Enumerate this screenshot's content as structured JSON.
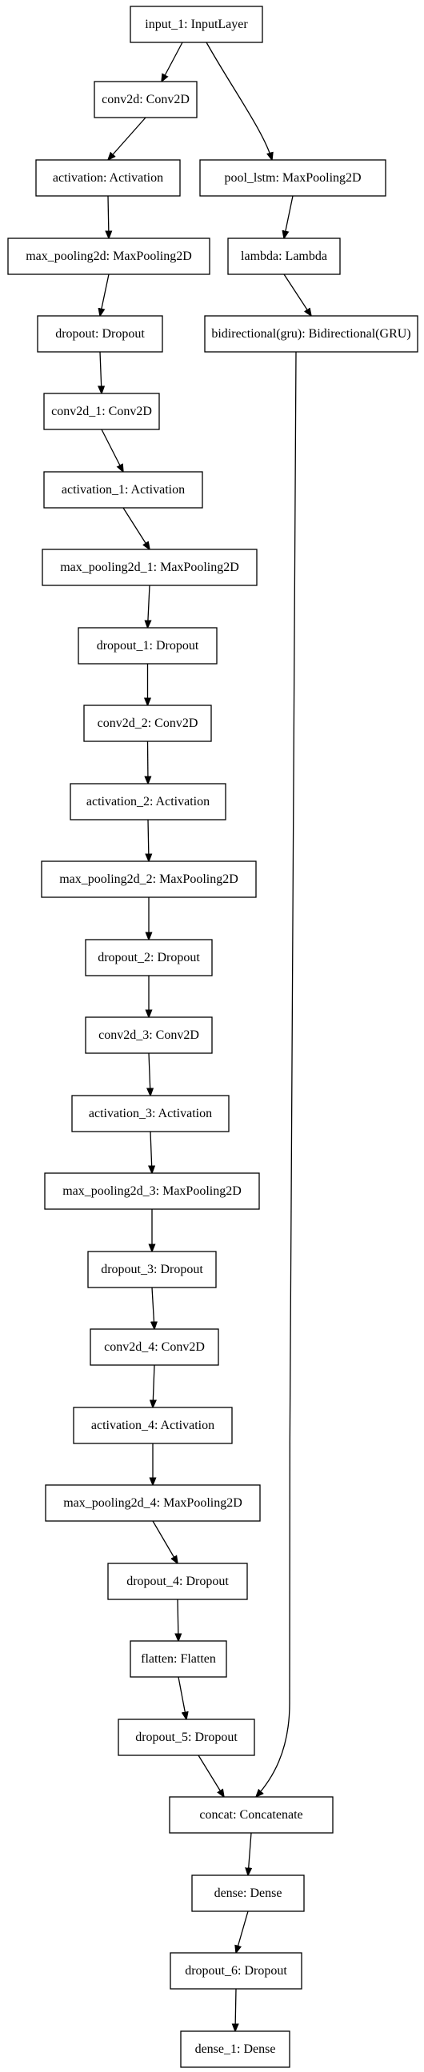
{
  "nodes": [
    {
      "id": "input_1",
      "label": "input_1: InputLayer"
    },
    {
      "id": "conv2d",
      "label": "conv2d: Conv2D"
    },
    {
      "id": "activation",
      "label": "activation: Activation"
    },
    {
      "id": "max_pooling2d",
      "label": "max_pooling2d: MaxPooling2D"
    },
    {
      "id": "dropout",
      "label": "dropout: Dropout"
    },
    {
      "id": "conv2d_1",
      "label": "conv2d_1: Conv2D"
    },
    {
      "id": "activation_1",
      "label": "activation_1: Activation"
    },
    {
      "id": "max_pooling2d_1",
      "label": "max_pooling2d_1: MaxPooling2D"
    },
    {
      "id": "dropout_1",
      "label": "dropout_1: Dropout"
    },
    {
      "id": "conv2d_2",
      "label": "conv2d_2: Conv2D"
    },
    {
      "id": "activation_2",
      "label": "activation_2: Activation"
    },
    {
      "id": "max_pooling2d_2",
      "label": "max_pooling2d_2: MaxPooling2D"
    },
    {
      "id": "dropout_2",
      "label": "dropout_2: Dropout"
    },
    {
      "id": "conv2d_3",
      "label": "conv2d_3: Conv2D"
    },
    {
      "id": "activation_3",
      "label": "activation_3: Activation"
    },
    {
      "id": "max_pooling2d_3",
      "label": "max_pooling2d_3: MaxPooling2D"
    },
    {
      "id": "dropout_3",
      "label": "dropout_3: Dropout"
    },
    {
      "id": "conv2d_4",
      "label": "conv2d_4: Conv2D"
    },
    {
      "id": "activation_4",
      "label": "activation_4: Activation"
    },
    {
      "id": "max_pooling2d_4",
      "label": "max_pooling2d_4: MaxPooling2D"
    },
    {
      "id": "dropout_4",
      "label": "dropout_4: Dropout"
    },
    {
      "id": "flatten",
      "label": "flatten: Flatten"
    },
    {
      "id": "dropout_5",
      "label": "dropout_5: Dropout"
    },
    {
      "id": "pool_lstm",
      "label": "pool_lstm: MaxPooling2D"
    },
    {
      "id": "lambda",
      "label": "lambda: Lambda"
    },
    {
      "id": "bidirectional",
      "label": "bidirectional(gru): Bidirectional(GRU)"
    },
    {
      "id": "concat",
      "label": "concat: Concatenate"
    },
    {
      "id": "dense",
      "label": "dense: Dense"
    },
    {
      "id": "dropout_6",
      "label": "dropout_6: Dropout"
    },
    {
      "id": "dense_1",
      "label": "dense_1: Dense"
    }
  ],
  "edges": [
    [
      "input_1",
      "conv2d"
    ],
    [
      "input_1",
      "pool_lstm"
    ],
    [
      "conv2d",
      "activation"
    ],
    [
      "activation",
      "max_pooling2d"
    ],
    [
      "max_pooling2d",
      "dropout"
    ],
    [
      "dropout",
      "conv2d_1"
    ],
    [
      "conv2d_1",
      "activation_1"
    ],
    [
      "activation_1",
      "max_pooling2d_1"
    ],
    [
      "max_pooling2d_1",
      "dropout_1"
    ],
    [
      "dropout_1",
      "conv2d_2"
    ],
    [
      "conv2d_2",
      "activation_2"
    ],
    [
      "activation_2",
      "max_pooling2d_2"
    ],
    [
      "max_pooling2d_2",
      "dropout_2"
    ],
    [
      "dropout_2",
      "conv2d_3"
    ],
    [
      "conv2d_3",
      "activation_3"
    ],
    [
      "activation_3",
      "max_pooling2d_3"
    ],
    [
      "max_pooling2d_3",
      "dropout_3"
    ],
    [
      "dropout_3",
      "conv2d_4"
    ],
    [
      "conv2d_4",
      "activation_4"
    ],
    [
      "activation_4",
      "max_pooling2d_4"
    ],
    [
      "max_pooling2d_4",
      "dropout_4"
    ],
    [
      "dropout_4",
      "flatten"
    ],
    [
      "flatten",
      "dropout_5"
    ],
    [
      "dropout_5",
      "concat"
    ],
    [
      "pool_lstm",
      "lambda"
    ],
    [
      "lambda",
      "bidirectional"
    ],
    [
      "bidirectional",
      "concat"
    ],
    [
      "concat",
      "dense"
    ],
    [
      "dense",
      "dropout_6"
    ],
    [
      "dropout_6",
      "dense_1"
    ]
  ]
}
